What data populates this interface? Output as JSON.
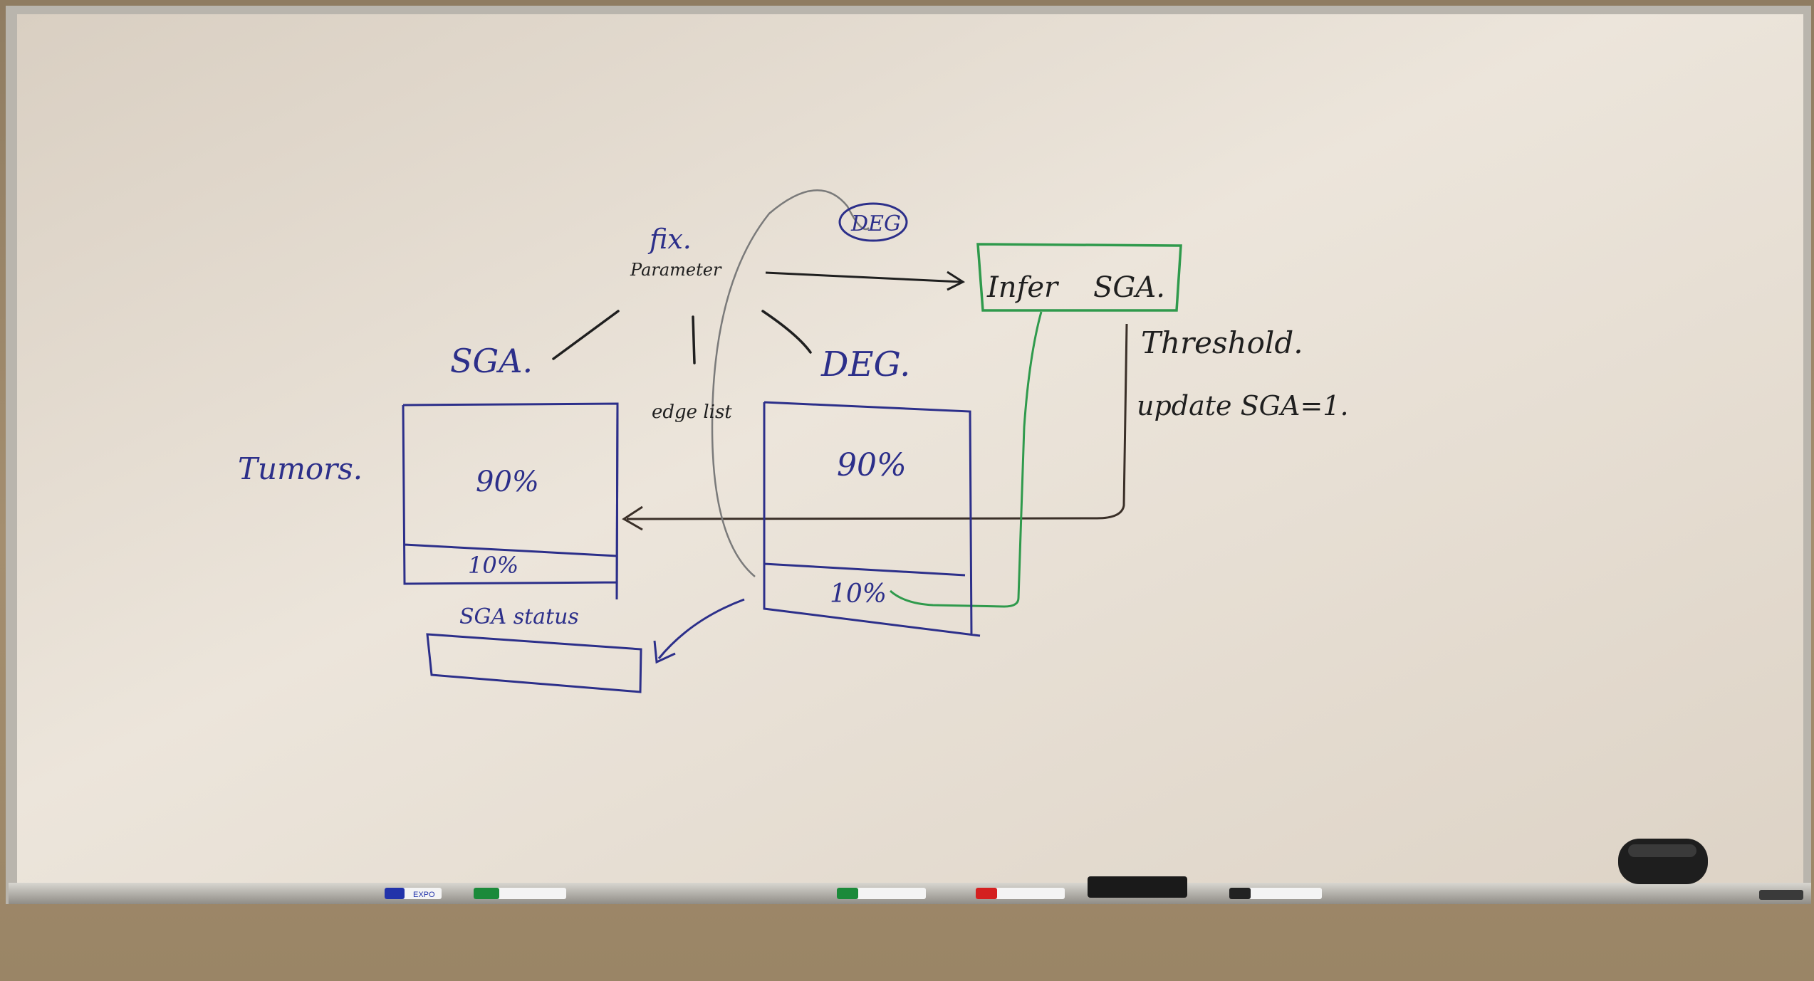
{
  "colors": {
    "wall": "#9a8566",
    "frame": "#b9b5ad",
    "board": "#e6ddd2",
    "blue_ink": "#2c2f8a",
    "black_ink": "#1f1f1f",
    "green_ink": "#2f9a4c",
    "blue_marker": "#2233aa",
    "green_marker": "#1b8a3a",
    "red_marker": "#d42020",
    "black_marker": "#222222"
  },
  "labels": {
    "fix": "fix.",
    "parameter": "Parameter",
    "deg_circled": "DEG",
    "infer": "Infer",
    "sga_right": "SGA.",
    "threshold": "Threshold.",
    "update": "update SGA=1.",
    "sga_left": "SGA.",
    "deg_mid": "DEG.",
    "edge_list": "edge list",
    "tumors": "Tumors.",
    "sga_90": "90%",
    "sga_10": "10%",
    "deg_90": "90%",
    "deg_10": "10%",
    "sga_status": "SGA status"
  },
  "markers": {
    "brand": "EXPO",
    "items": [
      {
        "color": "blue"
      },
      {
        "color": "green"
      },
      {
        "color": "green"
      },
      {
        "color": "red"
      },
      {
        "color": "black"
      }
    ]
  },
  "eraser": {
    "icon": "whiteboard-eraser-icon"
  }
}
